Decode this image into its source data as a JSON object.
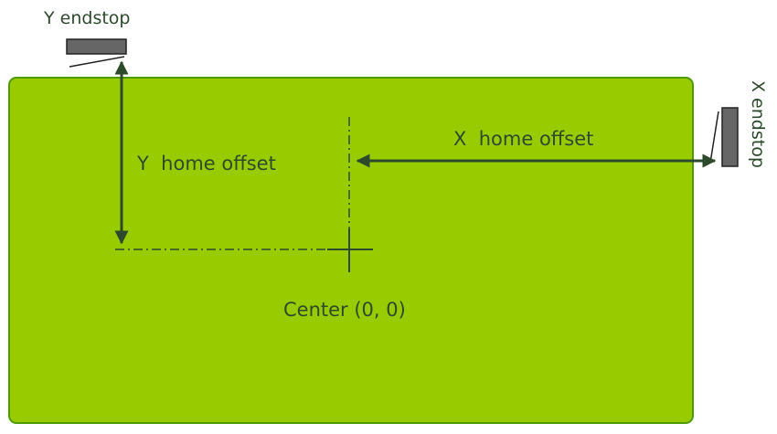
{
  "labels": {
    "y_endstop": "Y endstop",
    "x_endstop": "X endstop",
    "y_home_offset": "Y  home offset",
    "x_home_offset": "X  home offset",
    "center": "Center (0, 0)"
  },
  "colors": {
    "bed_fill": "#99cc00",
    "bed_stroke": "#4d9900",
    "arrow": "#2d4a2d",
    "endstop_fill": "#666666",
    "endstop_stroke": "#222222",
    "text": "#2d4a2d"
  }
}
